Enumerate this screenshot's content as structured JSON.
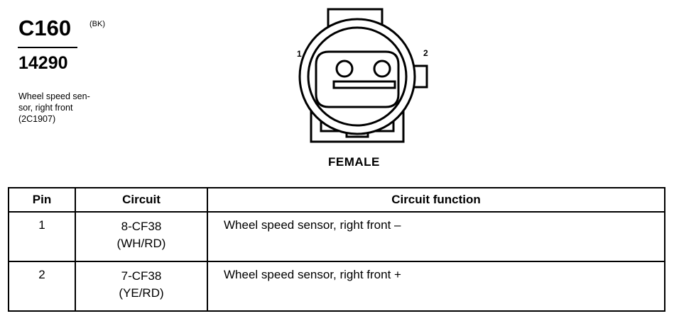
{
  "connector": {
    "code": "C160",
    "color_code": "(BK)",
    "part_number": "14290",
    "description_lines": [
      "Wheel speed sen-",
      "sor, right front",
      "(2C1907)"
    ]
  },
  "diagram": {
    "pin_labels": [
      "1",
      "2"
    ],
    "view_label": "FEMALE"
  },
  "table": {
    "headers": [
      "Pin",
      "Circuit",
      "Circuit function"
    ],
    "rows": [
      {
        "pin": "1",
        "circuit": [
          "8-CF38",
          "(WH/RD)"
        ],
        "function": "Wheel speed sensor, right front  –"
      },
      {
        "pin": "2",
        "circuit": [
          "7-CF38",
          "(YE/RD)"
        ],
        "function": "Wheel speed sensor, right front  +"
      }
    ]
  }
}
